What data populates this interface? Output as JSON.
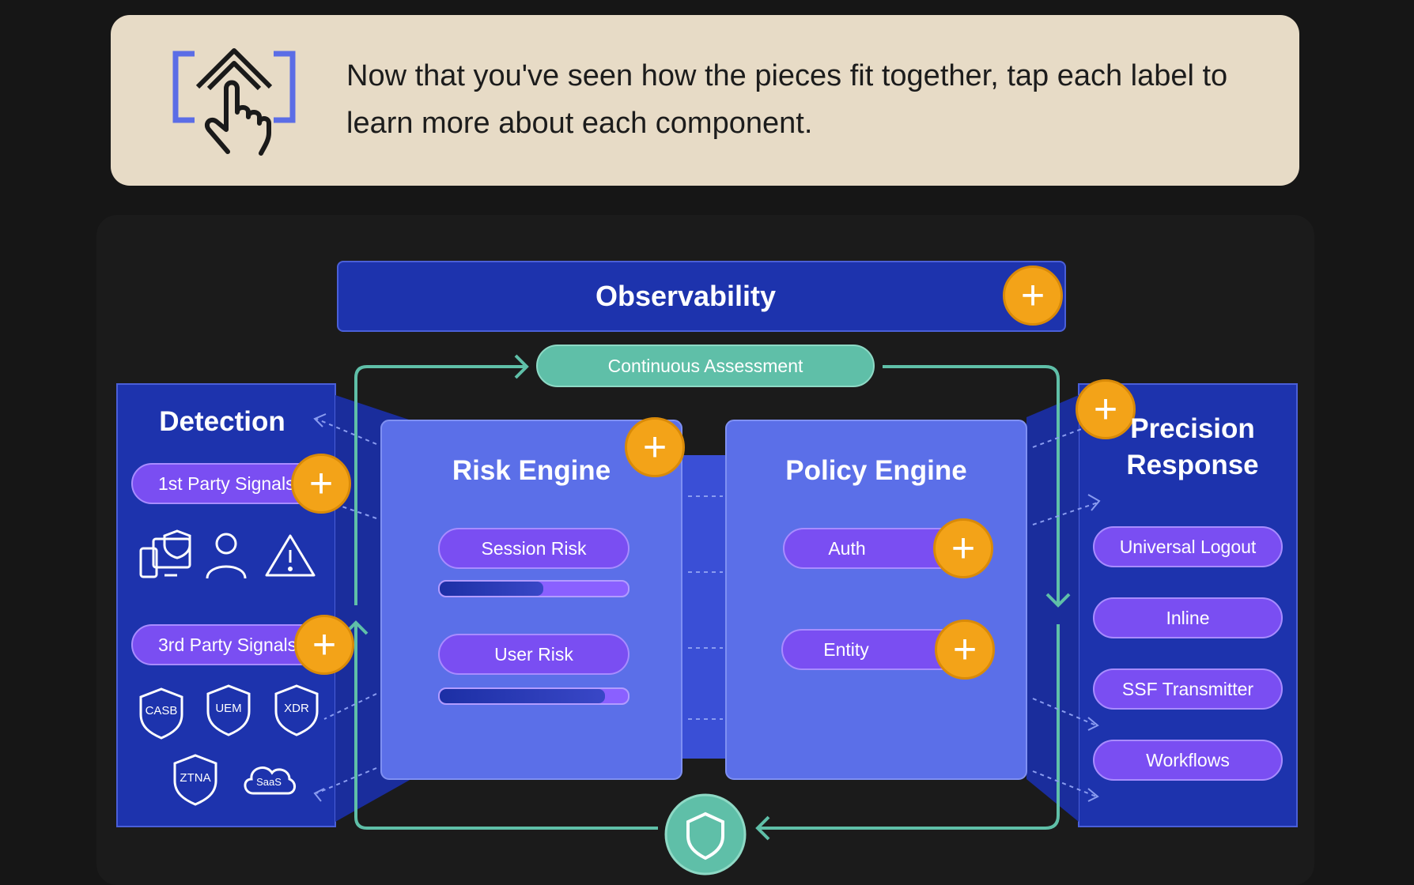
{
  "banner": {
    "text": "Now that you've seen how the pieces fit together, tap each label to learn more about each component."
  },
  "diagram": {
    "observability": "Observability",
    "continuous_assessment": "Continuous Assessment",
    "detection": {
      "title": "Detection",
      "first_party": "1st Party Signals",
      "third_party": "3rd Party Signals",
      "third_party_sources": [
        "CASB",
        "UEM",
        "XDR",
        "ZTNA",
        "SaaS"
      ]
    },
    "risk_engine": {
      "title": "Risk Engine",
      "session_risk": "Session Risk",
      "session_risk_level": 0.55,
      "user_risk": "User Risk",
      "user_risk_level": 0.88
    },
    "policy_engine": {
      "title": "Policy Engine",
      "auth": "Auth",
      "entity": "Entity"
    },
    "precision_response": {
      "title_line1": "Precision",
      "title_line2": "Response",
      "items": [
        "Universal Logout",
        "Inline",
        "SSF Transmitter",
        "Workflows"
      ]
    },
    "plus_symbol": "+"
  },
  "colors": {
    "page_bg": "#161616",
    "banner_bg": "#e7dbc6",
    "panel_dark": "#1d33ad",
    "panel_light": "#5b6fe8",
    "pill": "#7a4ef2",
    "accent_plus": "#f3a318",
    "teal": "#5fbfa8"
  }
}
